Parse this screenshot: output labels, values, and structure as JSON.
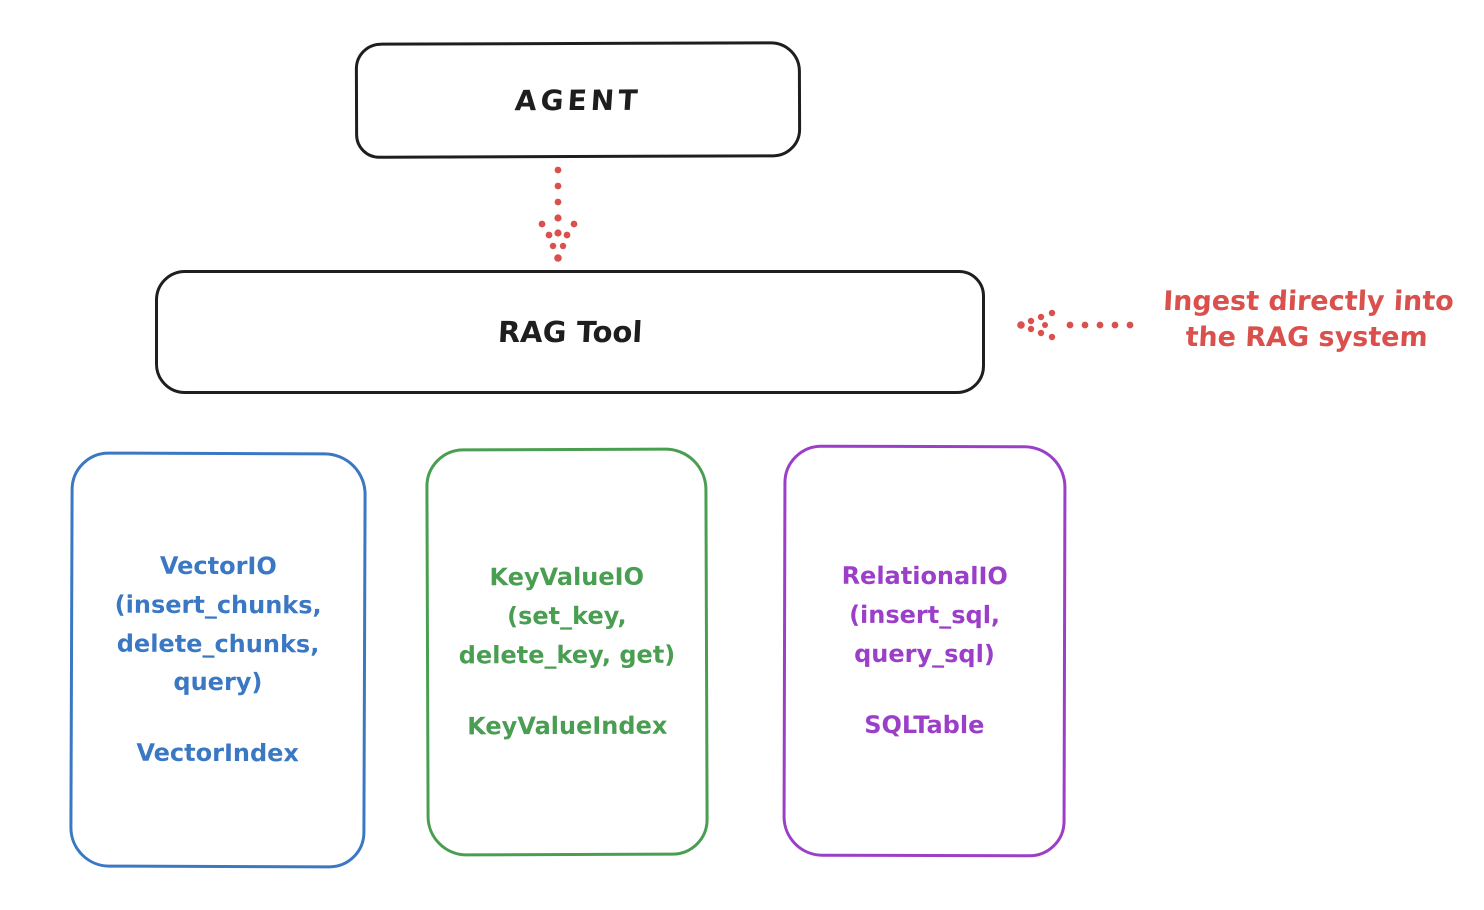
{
  "diagram": {
    "agent": {
      "label": "AGENT"
    },
    "rag_tool": {
      "label": "RAG Tool"
    },
    "annotation": {
      "line1": "Ingest directly into",
      "line2": "the RAG system"
    },
    "cards": [
      {
        "id": "vector-io",
        "color": "#3b78c4",
        "lines": [
          "VectorIO",
          "(insert_chunks,",
          "delete_chunks,",
          "query)"
        ],
        "footer": "VectorIndex"
      },
      {
        "id": "keyvalue-io",
        "color": "#4a9e52",
        "lines": [
          "KeyValueIO",
          "(set_key,",
          "delete_key, get)"
        ],
        "footer": "KeyValueIndex"
      },
      {
        "id": "relational-io",
        "color": "#9b3fc9",
        "lines": [
          "RelationalIO",
          "(insert_sql,",
          "query_sql)"
        ],
        "footer": "SQLTable"
      }
    ],
    "colors": {
      "stroke_black": "#1e1e1e",
      "accent_red": "#d9504c",
      "blue": "#3b78c4",
      "green": "#4a9e52",
      "purple": "#9b3fc9",
      "background": "#ffffff"
    }
  }
}
